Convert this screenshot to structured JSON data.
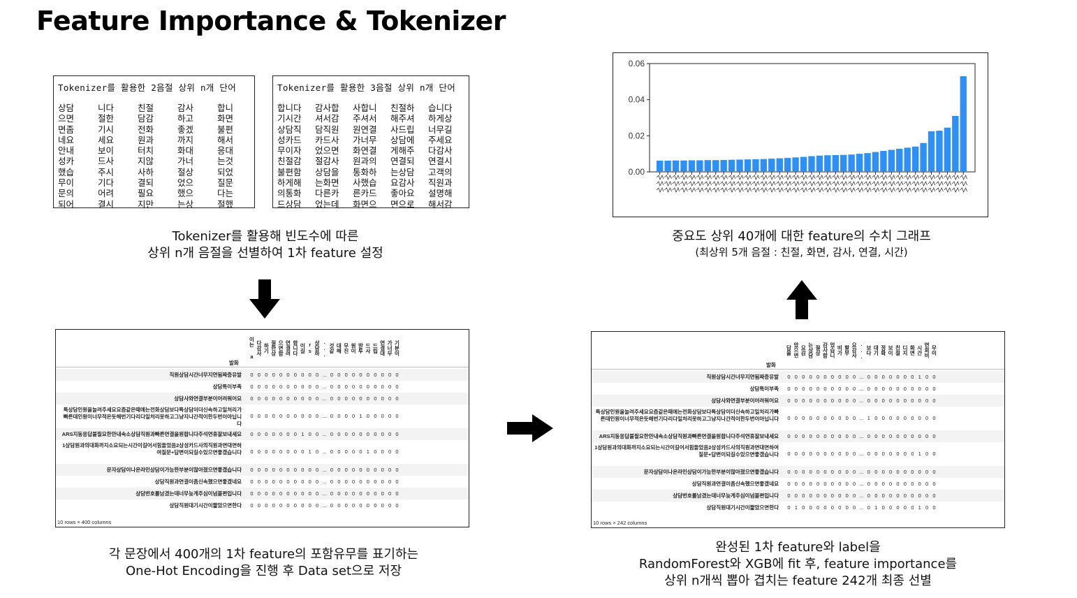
{
  "page": {
    "title": "Feature Importance & Tokenizer"
  },
  "tokenizer_2": {
    "title": "Tokenizer를 활용한 2음절 상위 n개 단어",
    "words": [
      "상담",
      "니다",
      "친절",
      "감사",
      "합니",
      "으면",
      "절한",
      "담감",
      "하고",
      "화면",
      "면좀",
      "기시",
      "전화",
      "좋겠",
      "불편",
      "네요",
      "세요",
      "원과",
      "까지",
      "해서",
      "안내",
      "보이",
      "터치",
      "화대",
      "응대",
      "성카",
      "드사",
      "지않",
      "가너",
      "는것",
      "했습",
      "주시",
      "사하",
      "절상",
      "되었",
      "무이",
      "기다",
      "결되",
      "었으",
      "질문",
      "문의",
      "어려",
      "필요",
      "했으",
      "다는",
      "되어",
      "결시",
      "지만",
      "는상",
      "절했"
    ]
  },
  "tokenizer_3": {
    "title": "Tokenizer를 활용한 3음절 상위 n개 단어",
    "words": [
      "합니다",
      "감사합",
      "사합니",
      "친절하",
      "습니다",
      "기시간",
      "셔서감",
      "주셔서",
      "해주셔",
      "하게상",
      "상담직",
      "담직원",
      "원연결",
      "사드립",
      "너무길",
      "성카드",
      "카드사",
      "가너무",
      "상담에",
      "주세요",
      "무이자",
      "었으면",
      "화연결",
      "게해주",
      "다감사",
      "친절감",
      "절감사",
      "원과의",
      "연결되",
      "연결시",
      "불편함",
      "상담을",
      "통화하",
      "는상담",
      "고객의",
      "하게해",
      "는화면",
      "사했습",
      "요감사",
      "직원과",
      "의통화",
      "다른카",
      "른카드",
      "좋아요",
      "설명해",
      "드상담",
      "었는데",
      "화면으",
      "면으로",
      "해서감"
    ]
  },
  "captions": {
    "tokenizer_line1": "Tokenizer를 활용해 빈도수에 따른",
    "tokenizer_line2": "상위 n개 음절을 선별하여 1차 feature 설정",
    "chart_line1": "중요도 상위 40개에 대한 feature의 수치 그래프",
    "chart_line2": "(최상위 5개 음절 : 친절, 화면, 감사, 연결, 시간)",
    "onehot_line1": "각 문장에서 400개의 1차 feature의 포함유무를 표기하는",
    "onehot_line2": "One-Hot Encoding을 진행 후 Data set으로 저장",
    "final_line1": "완성된 1차 feature와 label을",
    "final_line2": "RandomForest와 XGB에 fit 후, feature importance를",
    "final_line3": "상위 n개씩 뽑아 겹치는 feature 242개 최종 선별"
  },
  "df_left": {
    "index_name": "발화",
    "columns": [
      "이는 a",
      "다감사",
      "하기",
      "절한상",
      "으면합",
      "연결려",
      "합니다",
      "이길",
      "rs",
      "상담하",
      "...",
      "것같",
      "대해",
      "무진",
      "원이",
      "받투",
      "드사",
      "드립",
      "연결대",
      "가너무",
      "기분이"
    ],
    "rows": [
      {
        "label": "직원상담시간너무지연됨짜증유발",
        "cells": [
          "0",
          "0",
          "0",
          "0",
          "0",
          "0",
          "0",
          "0",
          "0",
          "0",
          "...",
          "0",
          "0",
          "0",
          "0",
          "0",
          "0",
          "0",
          "0",
          "0",
          "0"
        ]
      },
      {
        "label": "상담톡이부족",
        "cells": [
          "0",
          "0",
          "0",
          "0",
          "0",
          "0",
          "0",
          "0",
          "0",
          "0",
          "...",
          "0",
          "0",
          "0",
          "0",
          "0",
          "0",
          "0",
          "0",
          "0",
          "0"
        ]
      },
      {
        "label": "상담사와연결부분이어려워어요",
        "cells": [
          "0",
          "0",
          "0",
          "0",
          "0",
          "0",
          "0",
          "0",
          "0",
          "0",
          "...",
          "0",
          "0",
          "0",
          "0",
          "0",
          "0",
          "0",
          "0",
          "0",
          "0"
        ]
      },
      {
        "label": "특상담인원을늘려주세요요즘같은때에는전화상담보다특상담이더신속하고일처리가빠른데인원이너무적은듯해번기다리다일처리못하고그냥지나간적이한두번이아닙니다",
        "cells": [
          "0",
          "0",
          "0",
          "0",
          "0",
          "0",
          "0",
          "0",
          "0",
          "0",
          "...",
          "0",
          "0",
          "0",
          "0",
          "1",
          "0",
          "0",
          "0",
          "0",
          "0"
        ]
      },
      {
        "label": "ARS지동응답불필요한안내속소상담직원과빠른연결을원합니다주석연휴잘보내세요",
        "cells": [
          "0",
          "0",
          "0",
          "0",
          "0",
          "0",
          "0",
          "1",
          "0",
          "0",
          "...",
          "0",
          "0",
          "0",
          "0",
          "0",
          "0",
          "0",
          "0",
          "0",
          "0"
        ]
      },
      {
        "label": "1상담원과의대화까지소요되는시간이길어서힘들었음2상성카드사의직원과면대면하여질문+답변이되길수있으면좋겠습니다",
        "cells": [
          "0",
          "0",
          "0",
          "0",
          "0",
          "0",
          "0",
          "0",
          "1",
          "0",
          "...",
          "0",
          "0",
          "0",
          "0",
          "0",
          "1",
          "0",
          "0",
          "0",
          "0"
        ]
      },
      {
        "label": "문자상담이나온라인상담이가능한부분이많아졌으면좋겠습니다",
        "cells": [
          "0",
          "0",
          "0",
          "0",
          "0",
          "0",
          "0",
          "0",
          "0",
          "0",
          "...",
          "0",
          "0",
          "0",
          "0",
          "0",
          "0",
          "0",
          "0",
          "0",
          "0"
        ]
      },
      {
        "label": "상담직원과연결이좀신속했으면좋겠네요",
        "cells": [
          "0",
          "0",
          "0",
          "0",
          "0",
          "0",
          "0",
          "0",
          "0",
          "0",
          "...",
          "0",
          "0",
          "0",
          "0",
          "0",
          "0",
          "0",
          "0",
          "0",
          "0"
        ]
      },
      {
        "label": "상담번호를남겼는데너무늦게주심이넘불편입니다",
        "cells": [
          "0",
          "0",
          "0",
          "0",
          "0",
          "0",
          "0",
          "0",
          "0",
          "0",
          "...",
          "0",
          "0",
          "0",
          "0",
          "0",
          "0",
          "0",
          "0",
          "0",
          "0"
        ]
      },
      {
        "label": "상담직원대기시간이짧았으면한다",
        "cells": [
          "0",
          "0",
          "0",
          "0",
          "0",
          "0",
          "0",
          "0",
          "0",
          "0",
          "...",
          "0",
          "0",
          "0",
          "0",
          "0",
          "0",
          "0",
          "0",
          "0",
          "0"
        ]
      }
    ],
    "footer": "10 rows × 400 columns"
  },
  "df_right": {
    "index_name": "발화",
    "columns": [
      "답을",
      "았으면",
      "요감",
      "는상담",
      "절상",
      "감사합",
      "었습니",
      "비가",
      "할부",
      "요감사",
      "...",
      "보다",
      "대기",
      "정확",
      "보이",
      "친절",
      "디지",
      "화면",
      "시간",
      "연회비",
      "무이"
    ],
    "rows": [
      {
        "label": "직원상담시간너무지연됨짜증유발",
        "cells": [
          "0",
          "0",
          "0",
          "0",
          "0",
          "0",
          "0",
          "0",
          "0",
          "0",
          "...",
          "0",
          "0",
          "0",
          "0",
          "0",
          "0",
          "0",
          "1",
          "0",
          "0"
        ]
      },
      {
        "label": "상담톡이부족",
        "cells": [
          "0",
          "0",
          "0",
          "0",
          "0",
          "0",
          "0",
          "0",
          "0",
          "0",
          "...",
          "0",
          "0",
          "0",
          "0",
          "0",
          "0",
          "0",
          "0",
          "0",
          "0"
        ]
      },
      {
        "label": "상담사와연결부분이어려워어요",
        "cells": [
          "0",
          "0",
          "0",
          "0",
          "0",
          "0",
          "0",
          "0",
          "0",
          "0",
          "...",
          "0",
          "0",
          "0",
          "0",
          "0",
          "0",
          "0",
          "0",
          "0",
          "0"
        ]
      },
      {
        "label": "특상담인원을늘려주세요요즘같은때에는전화상담보다특상담이더신속하고일처리가빠른데인원이너무적은듯해번기다리다일처리못하고그냥지나간적이한두번이아닙니다",
        "cells": [
          "0",
          "0",
          "0",
          "0",
          "0",
          "0",
          "0",
          "0",
          "0",
          "0",
          "...",
          "1",
          "0",
          "0",
          "0",
          "0",
          "0",
          "0",
          "0",
          "0",
          "0"
        ]
      },
      {
        "label": "ARS지동응답불필요한안내속소상담직원과빠른연결을원합니다주석연휴잘보내세요",
        "cells": [
          "0",
          "0",
          "0",
          "0",
          "0",
          "0",
          "0",
          "0",
          "0",
          "0",
          "...",
          "0",
          "0",
          "0",
          "0",
          "0",
          "0",
          "0",
          "0",
          "0",
          "0"
        ]
      },
      {
        "label": "1상담원과의대화까지소요되는시간이길어서힘들었음2상성카드사의직원과면대면하여질문+답변이되길수있으면좋겠습니다",
        "cells": [
          "0",
          "0",
          "0",
          "0",
          "0",
          "0",
          "0",
          "0",
          "0",
          "0",
          "...",
          "0",
          "0",
          "0",
          "0",
          "0",
          "0",
          "0",
          "1",
          "0",
          "0"
        ]
      },
      {
        "label": "문자상담이나온라인상담이가능한부분이많아졌으면좋겠습니다",
        "cells": [
          "0",
          "0",
          "0",
          "0",
          "0",
          "0",
          "0",
          "0",
          "0",
          "0",
          "...",
          "0",
          "0",
          "0",
          "0",
          "0",
          "0",
          "0",
          "0",
          "0",
          "0"
        ]
      },
      {
        "label": "상담직원과연결이좀신속했으면좋겠네요",
        "cells": [
          "0",
          "0",
          "0",
          "0",
          "0",
          "0",
          "0",
          "0",
          "0",
          "0",
          "...",
          "0",
          "0",
          "0",
          "0",
          "0",
          "0",
          "0",
          "0",
          "0",
          "0"
        ]
      },
      {
        "label": "상담번호를남겼는데너무늦게주심이넘불편입니다",
        "cells": [
          "0",
          "0",
          "0",
          "0",
          "0",
          "0",
          "0",
          "0",
          "0",
          "0",
          "...",
          "0",
          "0",
          "0",
          "0",
          "0",
          "0",
          "0",
          "0",
          "0",
          "0"
        ]
      },
      {
        "label": "상담직원대기시간이짧았으면한다",
        "cells": [
          "0",
          "1",
          "0",
          "0",
          "0",
          "0",
          "0",
          "0",
          "0",
          "0",
          "...",
          "0",
          "1",
          "0",
          "0",
          "0",
          "0",
          "0",
          "1",
          "0",
          "0"
        ]
      }
    ],
    "footer": "10 rows × 242 columns"
  },
  "chart_data": {
    "type": "bar",
    "title": "",
    "xlabel": "",
    "ylabel": "",
    "ylim": [
      0,
      0.06
    ],
    "yticks": [
      "0.00",
      "0.02",
      "0.04",
      "0.06"
    ],
    "bar_color": "#2e8ff5",
    "values": [
      0.0062,
      0.0062,
      0.0063,
      0.0063,
      0.0064,
      0.0064,
      0.0065,
      0.0065,
      0.0066,
      0.0067,
      0.0068,
      0.0069,
      0.007,
      0.0071,
      0.0073,
      0.0075,
      0.0077,
      0.008,
      0.0083,
      0.0087,
      0.009,
      0.0092,
      0.0093,
      0.0094,
      0.0096,
      0.01,
      0.0104,
      0.011,
      0.0116,
      0.0122,
      0.0128,
      0.0134,
      0.014,
      0.016,
      0.0225,
      0.0228,
      0.0245,
      0.031,
      0.053
    ]
  }
}
